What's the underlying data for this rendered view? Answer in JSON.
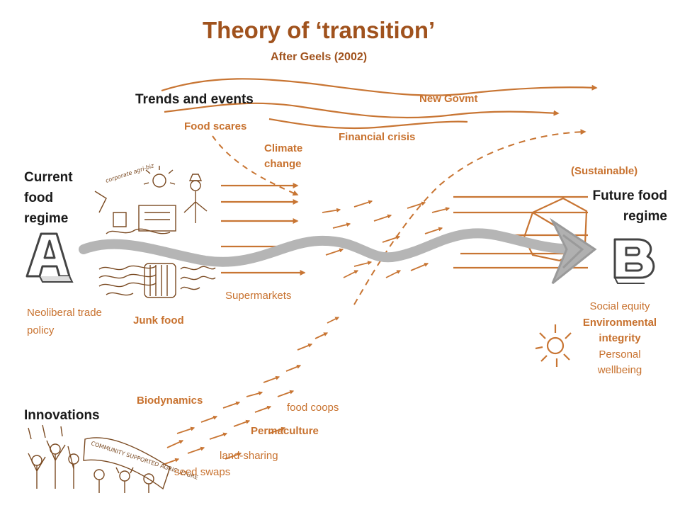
{
  "title": "Theory of ‘transition’",
  "subtitle": "After Geels (2002)",
  "headings": {
    "trends": "Trends and events",
    "current": [
      "Current",
      "food",
      "regime"
    ],
    "future_qualifier": "(Sustainable)",
    "future": [
      "Future food",
      "regime"
    ],
    "innovations": "Innovations"
  },
  "events": {
    "new_govmt": "New Govmt",
    "food_scares": "Food scares",
    "financial_crisis": "Financial crisis",
    "climate_change": [
      "Climate",
      "change"
    ]
  },
  "regime_labels": {
    "supermarkets": "Supermarkets",
    "neoliberal": [
      "Neoliberal trade",
      "policy"
    ],
    "junk_food": "Junk food"
  },
  "future_values": {
    "social_equity": "Social equity",
    "environmental": [
      "Environmental",
      "integrity"
    ],
    "personal": [
      "Personal",
      "wellbeing"
    ]
  },
  "innovations": {
    "biodynamics": "Biodynamics",
    "food_coops": "food coops",
    "permaculture": "Permaculture",
    "land_sharing": "land-sharing",
    "seed_swaps": "seed swaps"
  },
  "sketch_text": {
    "corporate": "corporate agri-biz",
    "csa": "COMMUNITY SUPPORTED AGRICULTURE"
  },
  "colors": {
    "arrow": "#c87533",
    "title": "#a0521d",
    "text_orange": "#c8722f",
    "big_arrow": "#b0b0b0",
    "sketch": "#7a4a22"
  },
  "icons": [
    "letter-a-icon",
    "letter-b-icon",
    "sun-icon",
    "big-transition-arrow-icon"
  ]
}
